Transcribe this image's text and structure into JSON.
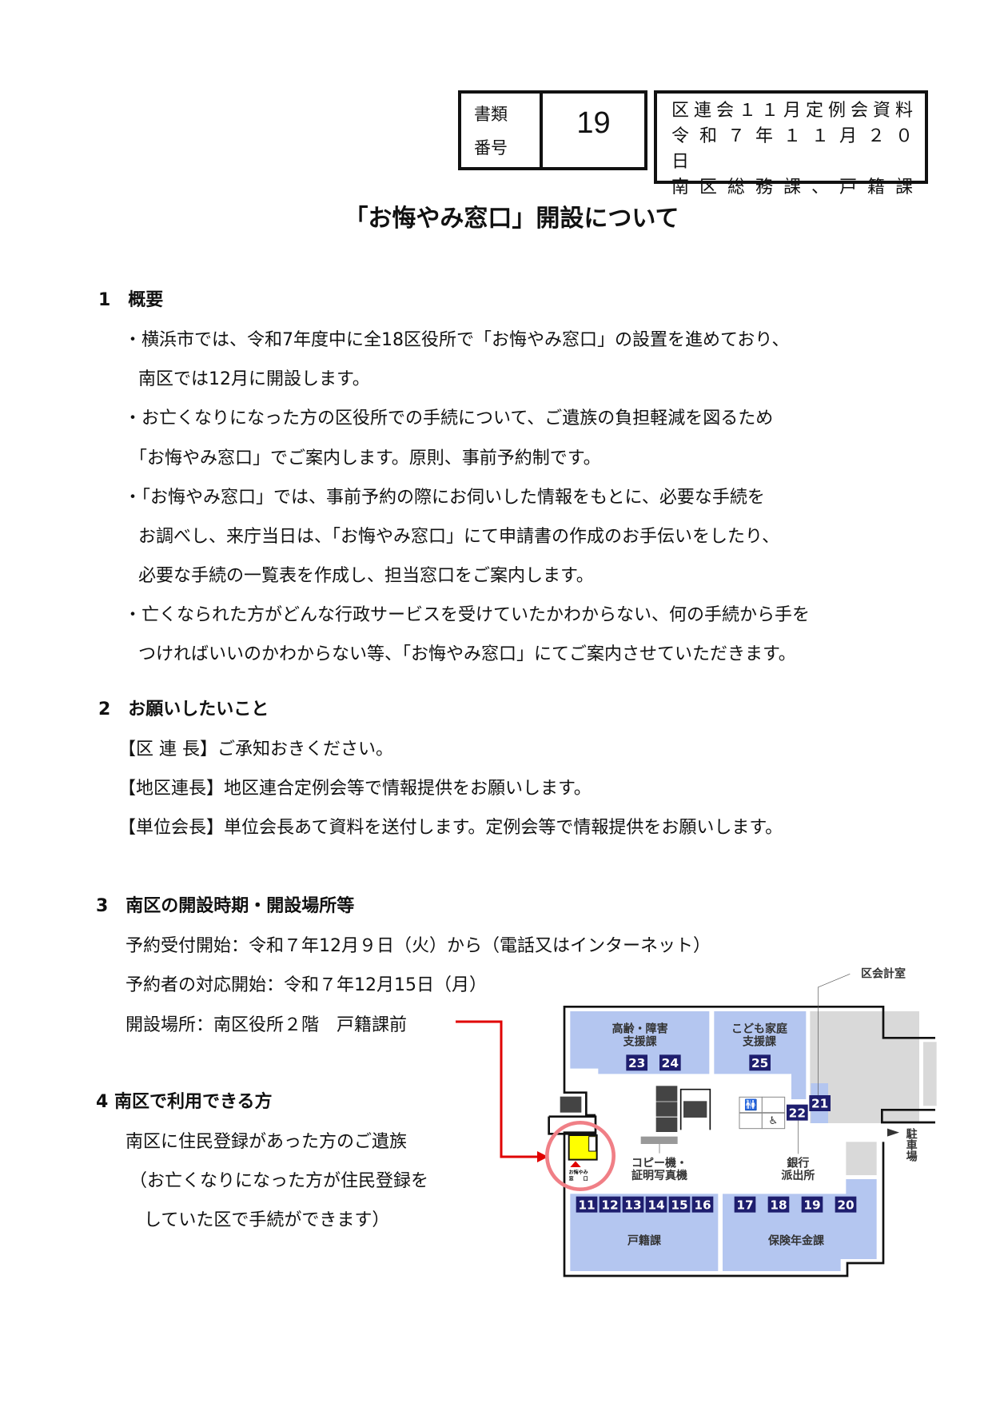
{
  "header": {
    "doc_label_1": "書類",
    "doc_label_2": "番号",
    "doc_number": "19",
    "meta_lines": [
      "区連会１１月定例会資料",
      "令和７年１１月２０日",
      "南区総務課、戸籍課"
    ]
  },
  "title": "「お悔やみ窓口」開設について",
  "sections": [
    {
      "heading": "1　概要",
      "lines": [
        "・横浜市では、令和7年度中に全18区役所で「お悔やみ窓口」の設置を進めており、",
        "南区では12月に開設します。",
        "・お亡くなりになった方の区役所での手続について、ご遺族の負担軽減を図るため",
        "「お悔やみ窓口」でご案内します。原則、事前予約制です。",
        "・「お悔やみ窓口」では、事前予約の際にお伺いした情報をもとに、必要な手続を",
        "お調べし、来庁当日は、「お悔やみ窓口」にて申請書の作成のお手伝いをしたり、",
        "必要な手続の一覧表を作成し、担当窓口をご案内します。",
        "・亡くなられた方がどんな行政サービスを受けていたかわからない、何の手続から手を",
        "つければいいのかわからない等、「お悔やみ窓口」にてご案内させていただきます。"
      ]
    },
    {
      "heading": "2　お願いしたいこと",
      "lines": [
        "【区 連 長】ご承知おきください。",
        "【地区連長】地区連合定例会等で情報提供をお願いします。",
        "【単位会長】単位会長あて資料を送付します。定例会等で情報提供をお願いします。"
      ]
    },
    {
      "heading": "3　南区の開設時期・開設場所等",
      "lines": [
        "予約受付開始：令和７年12月９日（火）から（電話又はインターネット）",
        "予約者の対応開始：令和７年12月15日（月）",
        "開設場所：南区役所２階　戸籍課前"
      ]
    },
    {
      "heading": "4 南区で利用できる方",
      "lines": [
        "南区に住民登録があった方のご遺族",
        "（お亡くなりになった方が住民登録を",
        "していた区で手続ができます）"
      ]
    }
  ],
  "map": {
    "rooms": {
      "elderly": [
        "高齢・障害",
        "支援課"
      ],
      "child": [
        "こども家庭",
        "支援課"
      ],
      "family_register": "戸籍課",
      "insurance": "保険年金課",
      "accounting": "区会計室",
      "copy": [
        "コピー機・",
        "証明写真機"
      ],
      "bank": [
        "銀行",
        "派出所"
      ],
      "parking": [
        "駐",
        "車",
        "場"
      ],
      "condolence": [
        "お悔やみ",
        "窓　　口"
      ]
    },
    "windows_top": [
      "23",
      "24",
      "25",
      "21",
      "22"
    ],
    "windows_bottom": [
      "11",
      "12",
      "13",
      "14",
      "15",
      "16",
      "17",
      "18",
      "19",
      "20"
    ],
    "colors": {
      "room": "#b4c6f0",
      "gray": "#d9d9d9",
      "badge": "#1e1e6e",
      "highlight": "#f07f86",
      "counter": "#ffff00",
      "arrow": "#e00000"
    }
  }
}
